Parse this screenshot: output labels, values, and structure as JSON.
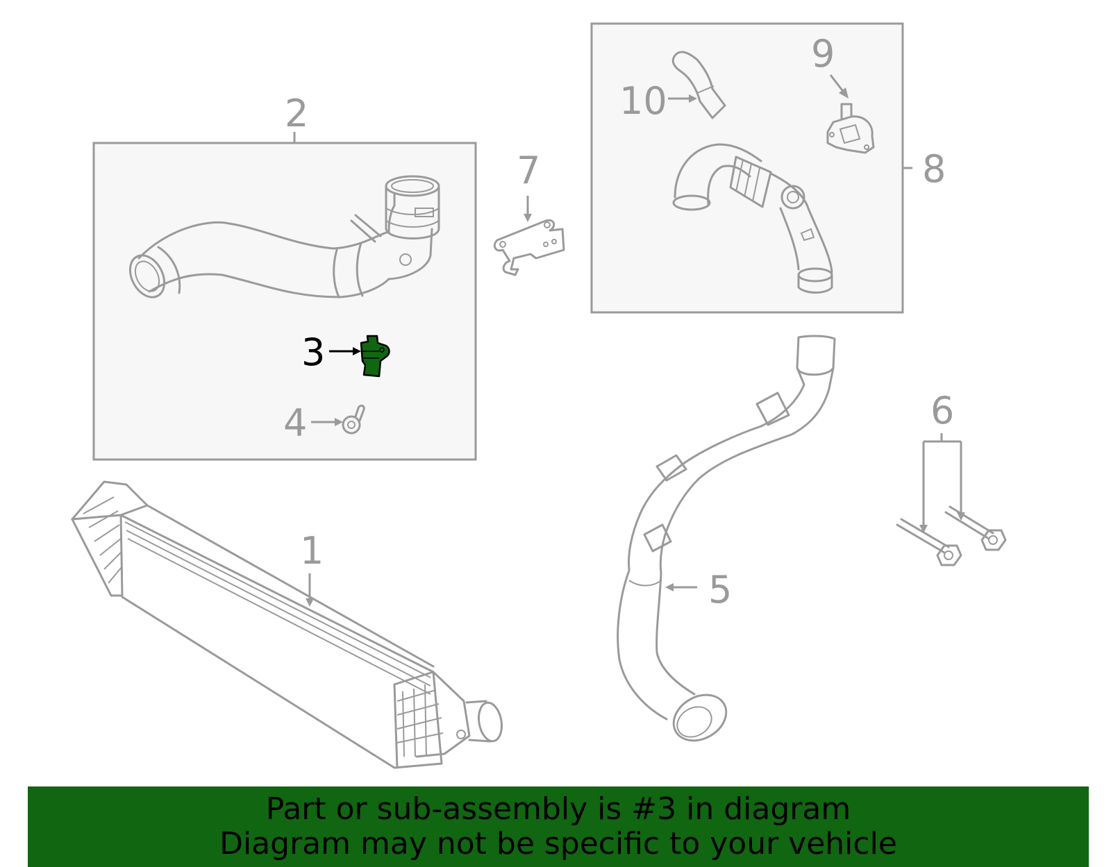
{
  "callouts": {
    "c1": "1",
    "c2": "2",
    "c3": "3",
    "c4": "4",
    "c5": "5",
    "c6": "6",
    "c7": "7",
    "c8": "8",
    "c9": "9",
    "c10": "10"
  },
  "highlighted_part": "3",
  "colors": {
    "line": "#9a9a9a",
    "highlight_fill": "#116611",
    "banner": "#116611",
    "panel": "#f7f7f7"
  },
  "banner": {
    "line1": "Part or sub-assembly is #3 in diagram",
    "line2": "Diagram may not be specific to your vehicle"
  }
}
